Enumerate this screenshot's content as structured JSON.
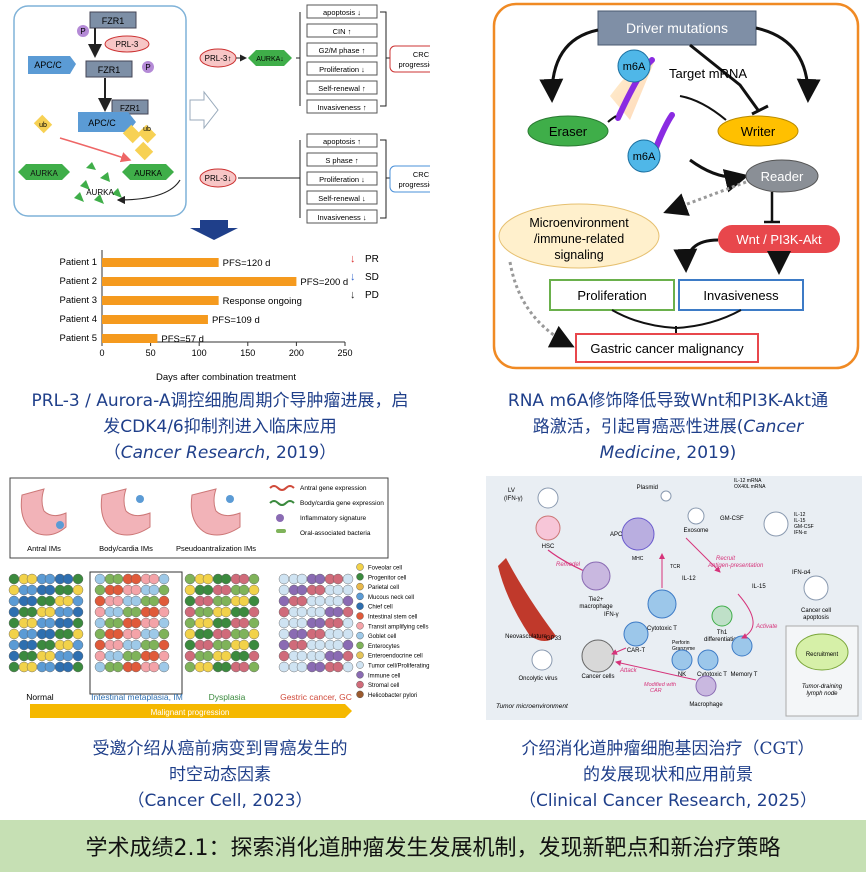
{
  "panel1": {
    "pathway": {
      "fzr1": "FZR1",
      "p": "P",
      "prl3": "PRL-3",
      "apcc": "APC/C",
      "ub": "ub",
      "aurka": "AURKA"
    },
    "up_branch": {
      "node": "PRL-3↑",
      "aurka": "AURKA↓",
      "outcomes": [
        "apoptosis ↓",
        "CIN ↑",
        "G2/M phase ↑",
        "Proliferation ↓",
        "Self-renewal ↑",
        "Invasiveness ↑"
      ],
      "result": [
        "CRC",
        "progression ↑"
      ]
    },
    "down_branch": {
      "node": "PRL-3↓",
      "outcomes": [
        "apoptosis ↑",
        "S phase ↑",
        "Proliferation ↓",
        "Self-renewal ↓",
        "Invasiveness ↓"
      ],
      "result": [
        "CRC",
        "progression ↓"
      ]
    },
    "swimmer": {
      "patients": [
        "Patient 1",
        "Patient 2",
        "Patient 3",
        "Patient 4",
        "Patient 5"
      ],
      "durations": [
        120,
        200,
        120,
        109,
        57
      ],
      "labels": [
        "PFS=120 d",
        "PFS=200 d",
        "Response ongoing",
        "PFS=109 d",
        "PFS=57 d"
      ],
      "ticks": [
        "0",
        "50",
        "100",
        "150",
        "200",
        "250"
      ],
      "xlabel": "Days after combination treatment",
      "legend": [
        "PR",
        "SD",
        "PD"
      ]
    },
    "caption": [
      "PRL-3 / Aurora-A调控细胞周期介导肿瘤进展，启",
      "发CDK4/6抑制剂进入临床应用",
      "（",
      "Cancer Research",
      ", 2019）"
    ]
  },
  "panel2": {
    "driver": "Driver mutations",
    "m6a": "m6A",
    "target": "Target mRNA",
    "eraser": "Eraser",
    "writer": "Writer",
    "reader": "Reader",
    "micro": [
      "Microenvironment",
      "/immune-related",
      "signaling"
    ],
    "wnt": "Wnt / PI3K-Akt",
    "prolif": "Proliferation",
    "invas": "Invasiveness",
    "malig": "Gastric cancer malignancy",
    "caption": [
      "RNA m6A修饰降低导致Wnt和PI3K-Akt通",
      "路激活，引起胃癌恶性进展(",
      "Cancer",
      "Medicine",
      ", 2019)"
    ]
  },
  "panel3": {
    "stomachs": [
      "Antral IMs",
      "Body/cardia IMs",
      "Pseudoantralization IMs"
    ],
    "key": [
      "Antral gene expression",
      "Body/cardia gene expression",
      "Inflammatory signature",
      "Oral-associated bacteria"
    ],
    "stages": [
      "Normal",
      "Intestinal metaplasia, IM",
      "Dysplasia",
      "Gestric cancer, GC"
    ],
    "progression": "Malignant progression",
    "legend": [
      "Foveolar cell",
      "Progenitor cell",
      "Parietal cell",
      "Mucous neck cell",
      "Chief cell",
      "Intestinal stem cell",
      "Transit amplifying cells",
      "Goblet cell",
      "Enterocytes",
      "Enteroendocrine cell",
      "Tumor cell/Proliferating cell",
      "Immune cell",
      "Stromal cell",
      "Helicobacter pylori"
    ],
    "legend_colors": [
      "#f2d24a",
      "#3b8a3e",
      "#e8b84a",
      "#5b9bd5",
      "#2e6fb0",
      "#e05a3a",
      "#f4a3a8",
      "#9ec9e8",
      "#7fb35a",
      "#e4c45a",
      "#cfe3f2",
      "#8a6bb3",
      "#d06b7a",
      "#9b5a2e"
    ],
    "caption": [
      "受邀介绍从癌前病变到胃癌发生的",
      "时空动态因素",
      "（",
      "Cancer Cell",
      ", 2023）"
    ]
  },
  "panel4": {
    "labels": {
      "lv": [
        "LV",
        "(IFN-γ)"
      ],
      "hsc": "HSC",
      "plasmid": "Plasmid",
      "il12mrna": [
        "IL-12 mRNA",
        "OX40L mRNA"
      ],
      "apc": "APC",
      "exosome": "Exosome",
      "gmcsf": "GM-CSF",
      "ils": [
        "IL-12",
        "IL-15",
        "GM-CSF",
        "IFN-α"
      ],
      "remodel": "Remodel",
      "tie2": [
        "Tie2+",
        "macrophage"
      ],
      "neovasc": "Neovasculature",
      "mhc": "MHC",
      "tcr": "TCR",
      "il12": "IL-12",
      "il15": "IL-15",
      "ifna4": "IFN-α4",
      "recruit": [
        "Recruit",
        "Antigen-presentation"
      ],
      "ifng": "IFN-γ",
      "cytotoxic": "Cytotoxic T",
      "th1": [
        "Th1",
        "differentiation"
      ],
      "perforin": [
        "Perforin",
        "Granzyme"
      ],
      "activate": "Activate",
      "apoptosis": [
        "Cancer cell",
        "apoptosis"
      ],
      "gp33": "GP33",
      "cart": "CAR-T",
      "attack": "Attack",
      "oncolytic": "Oncolytic virus",
      "cancercells": "Cancer cells",
      "nk": "NK",
      "cytot2": "Cytotoxic T",
      "memory": "Memory T",
      "modified": [
        "Modified with",
        "CAR"
      ],
      "macrophage": "Macrophage",
      "recruitment": "Recruitment",
      "micro": "Tumor microenvironment",
      "lymph": [
        "Tumor-draining",
        "lymph node"
      ]
    },
    "caption": [
      "介绍消化道肿瘤细胞基因治疗（CGT）",
      "的发展现状和应用前景",
      "（",
      "Clinical Cancer Research",
      ", 2025）"
    ]
  },
  "banner": "学术成绩2.1：探索消化道肿瘤发生发展机制，发现新靶点和新治疗策略",
  "colors": {
    "accent_blue": "#1f3f8a",
    "banner_bg": "#c6e0b4",
    "orange": "#f59a1e",
    "frame_orange": "#f08a24"
  }
}
